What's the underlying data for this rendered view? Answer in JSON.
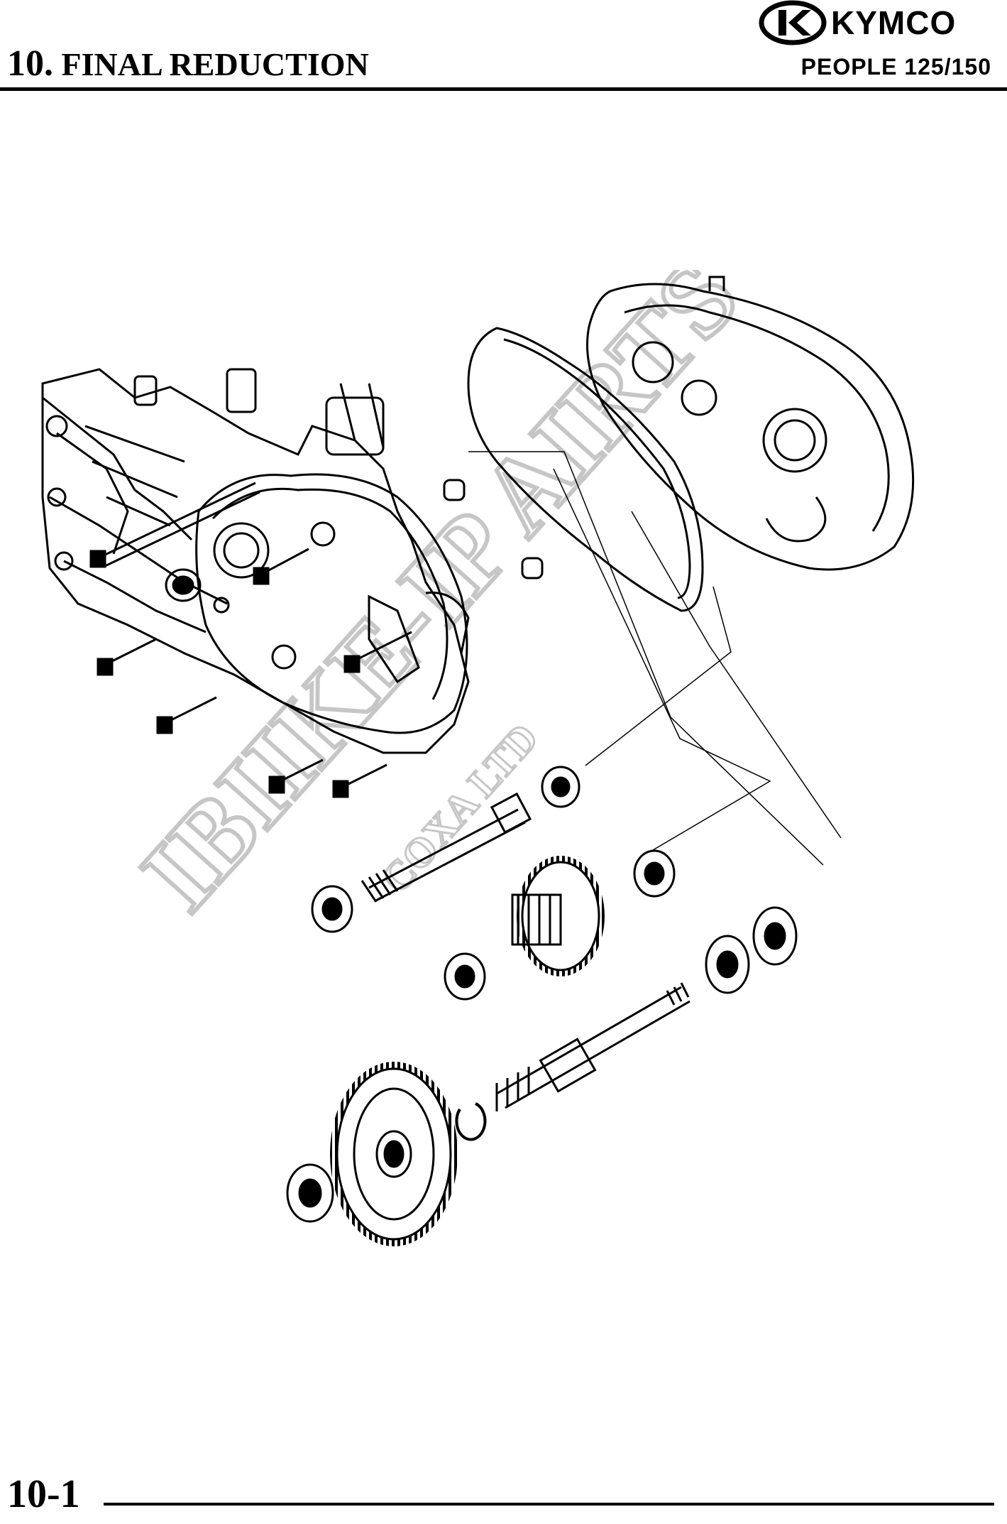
{
  "header": {
    "section_number": "10.",
    "section_title": "FINAL REDUCTION",
    "brand": "KYMCO",
    "model": "PEOPLE 125/150"
  },
  "watermark": {
    "main": "IBIIKE-IP AIRTS",
    "sub": "COXA LTD"
  },
  "footer": {
    "page_number": "10-1"
  }
}
